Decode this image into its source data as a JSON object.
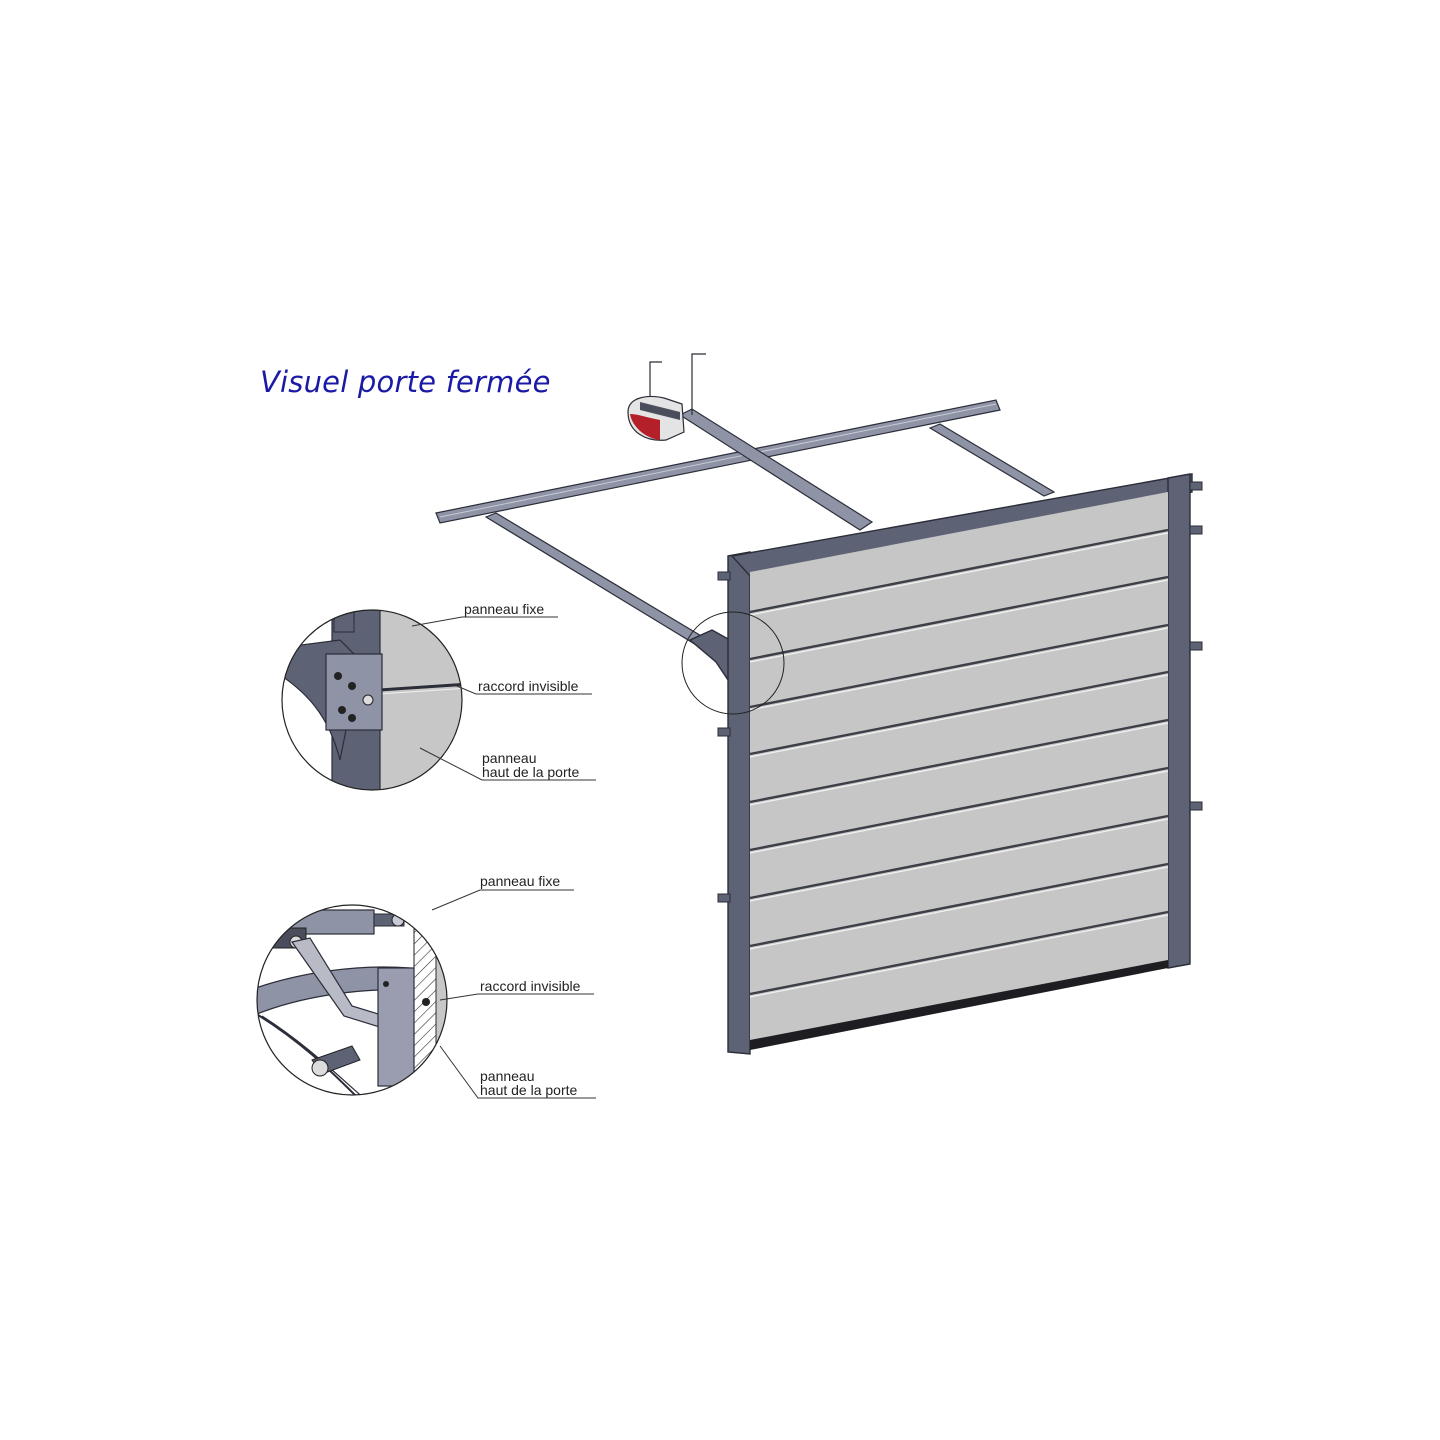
{
  "title": "Visuel porte fermée",
  "detail_top": {
    "label_fixed_panel": "panneau fixe",
    "label_joint": "raccord invisible",
    "label_door_top_line1": "panneau",
    "label_door_top_line2": "haut de la porte"
  },
  "detail_bottom": {
    "label_fixed_panel": "panneau fixe",
    "label_joint": "raccord invisible",
    "label_door_top_line1": "panneau",
    "label_door_top_line2": "haut de la porte"
  },
  "colors": {
    "title": "#1a1aa6",
    "frame": "#5e6275",
    "panel": "#c6c6c6",
    "motor_red": "#b3202a"
  }
}
